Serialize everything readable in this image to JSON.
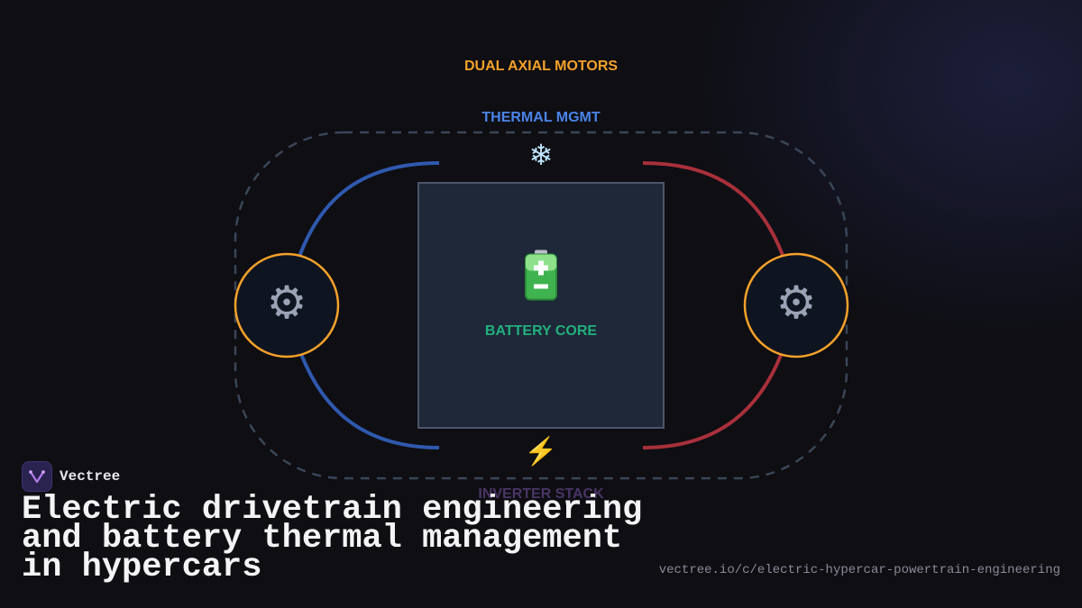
{
  "diagram": {
    "labels": {
      "motors": "DUAL AXIAL MOTORS",
      "thermal": "THERMAL MGMT",
      "battery": "BATTERY CORE",
      "inverter": "INVERTER STACK"
    },
    "icons": {
      "thermal": "snowflake-icon",
      "inverter": "lightning-bolt-icon",
      "battery": "battery-icon",
      "motor_left": "gear-icon",
      "motor_right": "gear-icon"
    },
    "colors": {
      "motor_ring": "#f5a12a",
      "cool_loop": "#2f59ad",
      "hot_loop": "#a8303a",
      "track": "#3a4658",
      "battery_fill": "#1e2838",
      "battery_border": "#4c5668"
    }
  },
  "brand": {
    "name": "Vectree"
  },
  "headline": "Electric drivetrain engineering and battery thermal management in hypercars",
  "url": "vectree.io/c/electric-hypercar-powertrain-engineering"
}
